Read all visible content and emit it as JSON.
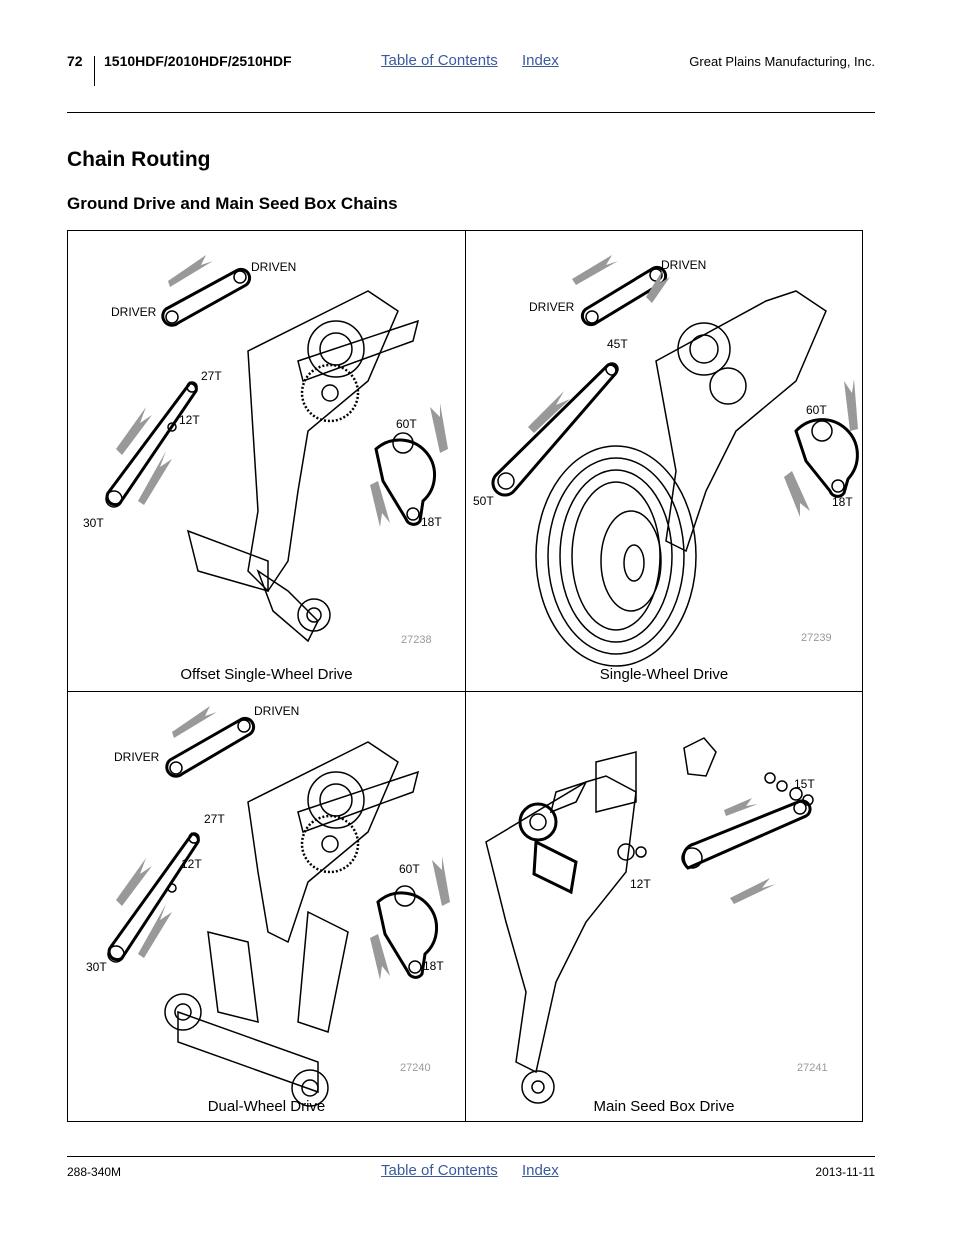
{
  "header": {
    "page_number": "72",
    "model": "1510HDF/2010HDF/2510HDF",
    "toc_link": "Table of Contents",
    "index_link": "Index",
    "company": "Great Plains Manufacturing, Inc."
  },
  "title": "Chain Routing",
  "subtitle": "Ground Drive and Main Seed Box Chains",
  "panels": [
    {
      "caption": "Offset Single-Wheel Drive",
      "figure_number": "27238",
      "labels": [
        "DRIVEN",
        "DRIVER",
        "27T",
        "12T",
        "30T",
        "60T",
        "18T"
      ]
    },
    {
      "caption": "Single-Wheel Drive",
      "figure_number": "27239",
      "labels": [
        "DRIVEN",
        "DRIVER",
        "45T",
        "50T",
        "60T",
        "18T"
      ]
    },
    {
      "caption": "Dual-Wheel Drive",
      "figure_number": "27240",
      "labels": [
        "DRIVEN",
        "DRIVER",
        "27T",
        "12T",
        "30T",
        "60T",
        "18T"
      ]
    },
    {
      "caption": "Main Seed Box Drive",
      "figure_number": "27241",
      "labels": [
        "15T",
        "12T"
      ]
    }
  ],
  "footer": {
    "doc_number": "288-340M",
    "toc_link": "Table of Contents",
    "index_link": "Index",
    "date": "2013-11-11"
  }
}
